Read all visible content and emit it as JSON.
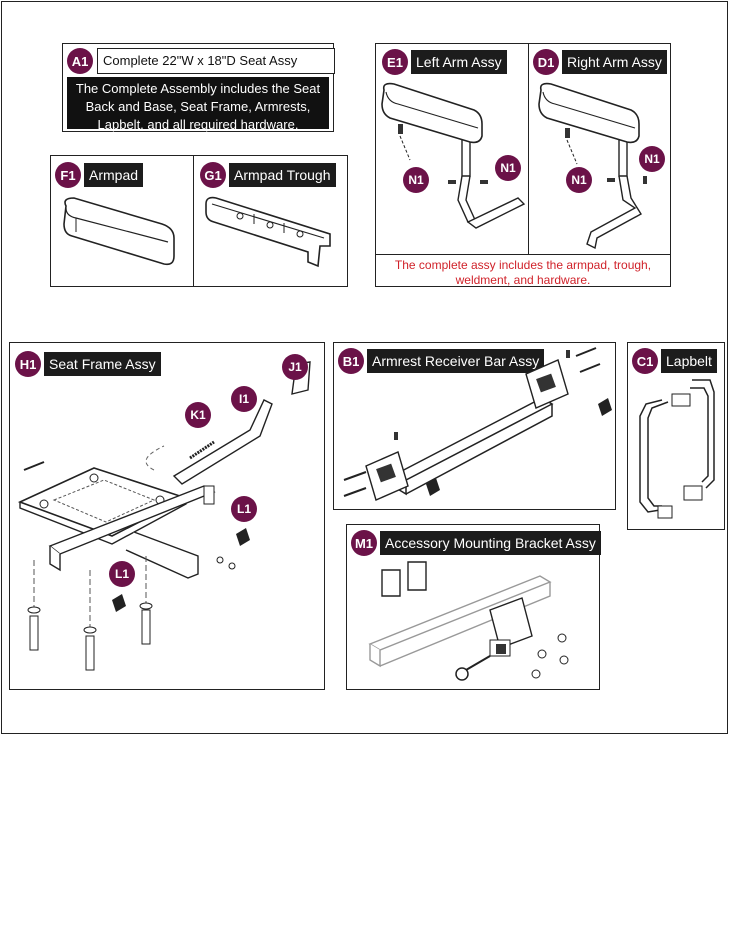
{
  "panels": {
    "a1": {
      "code": "A1",
      "title": "Complete 22\"W x 18\"D Seat Assy",
      "description": "The Complete Assembly includes the Seat Back and Base, Seat Frame, Armrests, Lapbelt, and all required hardware."
    },
    "f1": {
      "code": "F1",
      "title": "Armpad"
    },
    "g1": {
      "code": "G1",
      "title": "Armpad Trough"
    },
    "e1": {
      "code": "E1",
      "title": "Left Arm Assy"
    },
    "d1": {
      "code": "D1",
      "title": "Right Arm Assy"
    },
    "arm_note": "The complete assy includes the armpad, trough, weldment, and hardware.",
    "h1": {
      "code": "H1",
      "title": "Seat Frame Assy"
    },
    "b1": {
      "code": "B1",
      "title": "Armrest Receiver Bar Assy"
    },
    "c1": {
      "code": "C1",
      "title": "Lapbelt"
    },
    "m1": {
      "code": "M1",
      "title": "Accessory Mounting Bracket Assy"
    }
  },
  "callouts": {
    "n1": "N1",
    "j1": "J1",
    "i1": "I1",
    "k1": "K1",
    "l1": "L1"
  },
  "colors": {
    "badge": "#6b1248",
    "label_dark": "#1c1c1c",
    "note_red": "#d0222a"
  }
}
